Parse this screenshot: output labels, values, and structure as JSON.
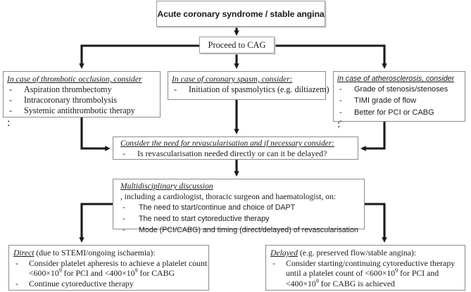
{
  "diagram": {
    "title_box": {
      "text": "Acute coronary syndrome / stable angina"
    },
    "cag_box": {
      "text": "Proceed to CAG"
    },
    "branches": {
      "thrombotic": {
        "header": "In case of thrombotic occlusion, consider",
        "header_suffix": ":",
        "items": [
          "Aspiration thrombectomy",
          "Intracoronary thrombolysis",
          "Systemic antithrombotic therapy"
        ]
      },
      "spasm": {
        "header": "In case of coronary spasm, consider:",
        "items": [
          "Initiation of spasmolytics (e.g. diltiazem)"
        ]
      },
      "atherosclerosis": {
        "header": "In case of atherosclerosis, consider",
        "header_suffix": ":",
        "items": [
          "Grade of stenosis/stenoses",
          "TIMI grade of flow",
          "Better for PCI or CABG",
          ""
        ]
      }
    },
    "revascularisation": {
      "header": "Consider the need for revascularisation and if necessary consider:",
      "items": [
        "Is revascularisation needed directly or can it be delayed?"
      ]
    },
    "mdt": {
      "header": "Multidisciplinary discussion",
      "lead_rest": ", including a cardiologist, thoracic surgeon and haematologist, on:",
      "items": [
        "The need to start/continue and choice of DAPT",
        "The need to start cytoreductive therapy",
        "Mode (PCI/CABG) and timing (direct/delayed) of revascularisation"
      ]
    },
    "outcomes": {
      "direct": {
        "header": "Direct",
        "header_rest": " (due to STEMI/ongoing ischaemia):",
        "items": [
          "Consider platelet apheresis to achieve a platelet count <600×10^9 for PCI and <400×10^9 for CABG",
          "Continue cytoreductive therapy"
        ]
      },
      "delayed": {
        "header": "Delayed",
        "header_rest": " (e.g. preserved flow/stable angina):",
        "items": [
          "Consider starting/continuing cytoreductive therapy until a platelet count of <600×10^9 for PCI and <400×10^9 for CABG is achieved"
        ]
      }
    },
    "bullet_marker": "-",
    "colors": {
      "line": "#1a1a1a",
      "box_border": "#8c8c8c",
      "background": "#ffffff",
      "text": "#1a1a1a"
    }
  }
}
